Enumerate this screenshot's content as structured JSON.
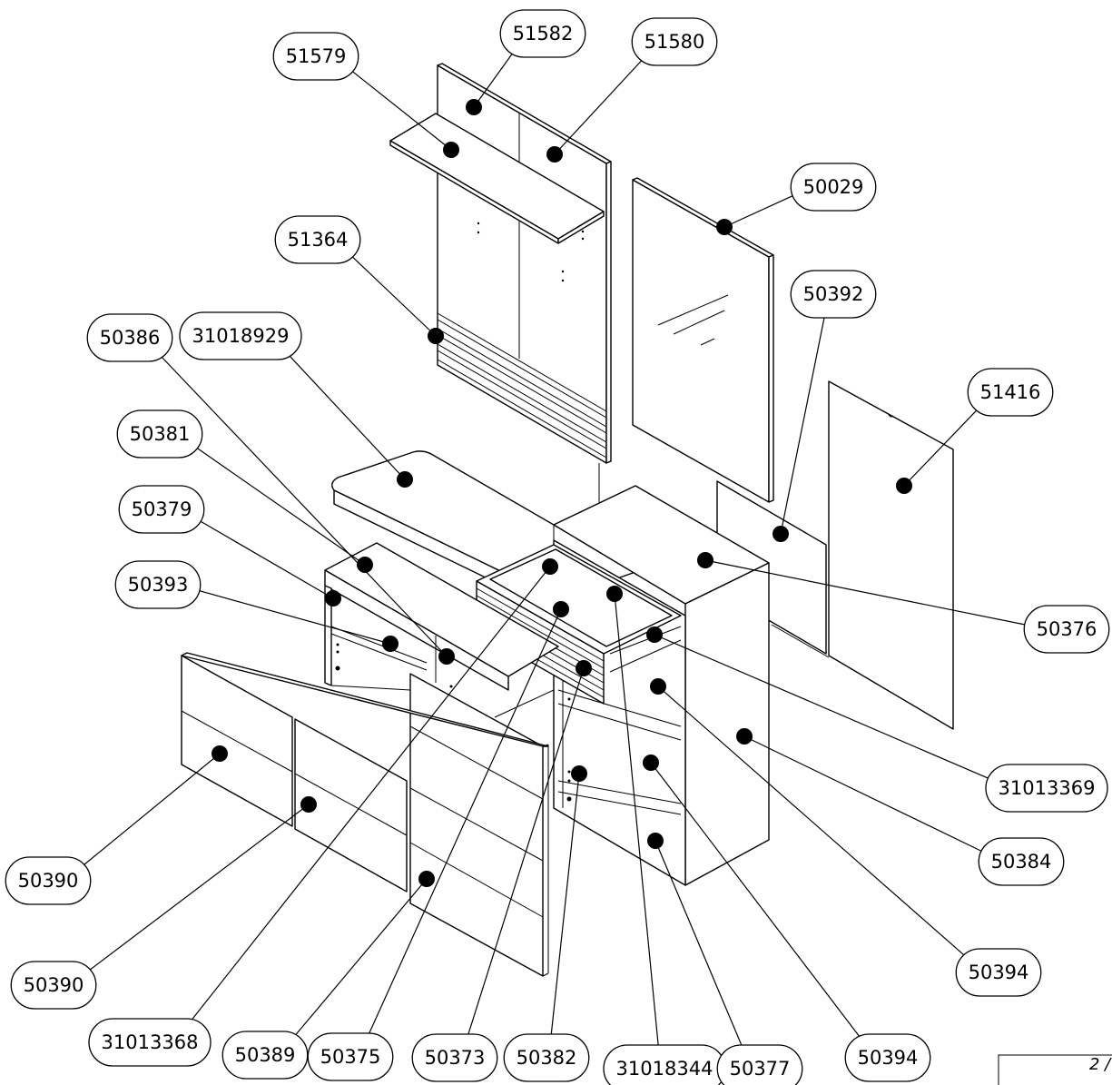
{
  "page_number": "2 /",
  "callouts": [
    {
      "label": "51579"
    },
    {
      "label": "51582"
    },
    {
      "label": "51580"
    },
    {
      "label": "50029"
    },
    {
      "label": "51364"
    },
    {
      "label": "50392"
    },
    {
      "label": "50386"
    },
    {
      "label": "31018929"
    },
    {
      "label": "51416"
    },
    {
      "label": "50381"
    },
    {
      "label": "50379"
    },
    {
      "label": "50393"
    },
    {
      "label": "50376"
    },
    {
      "label": "31013369"
    },
    {
      "label": "50384"
    },
    {
      "label": "50390"
    },
    {
      "label": "50390"
    },
    {
      "label": "50394"
    },
    {
      "label": "31013368"
    },
    {
      "label": "50389"
    },
    {
      "label": "50375"
    },
    {
      "label": "50373"
    },
    {
      "label": "50382"
    },
    {
      "label": "31018344"
    },
    {
      "label": "50377"
    },
    {
      "label": "50394"
    }
  ]
}
